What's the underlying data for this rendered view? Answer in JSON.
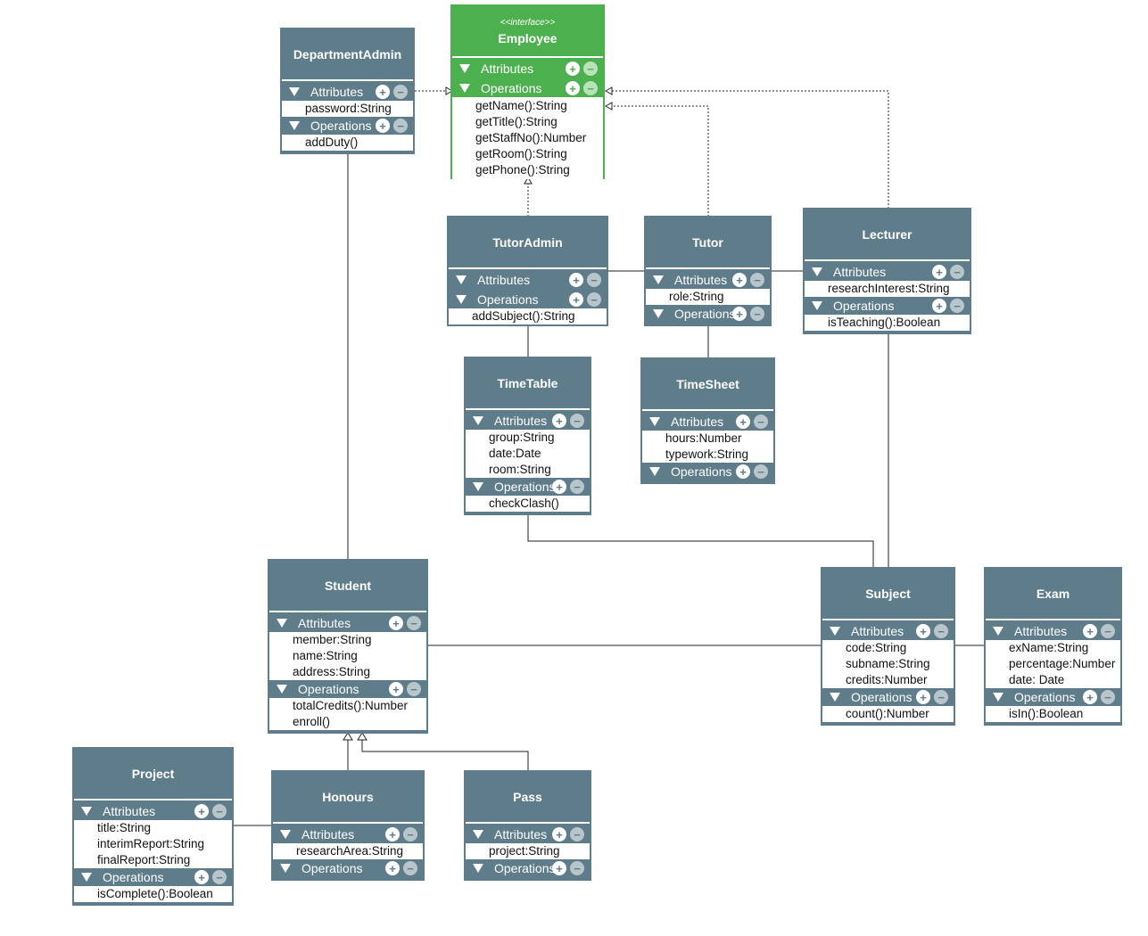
{
  "diagram": {
    "section_labels": {
      "attributes": "Attributes",
      "operations": "Operations"
    },
    "colors": {
      "class_header": "#5e7c89",
      "interface_header": "#4db04f",
      "body": "#ffffff",
      "line": "#222222"
    },
    "classes": {
      "employee": {
        "stereotype": "<<interface>>",
        "name": "Employee",
        "attributes": [],
        "operations": [
          "getName():String",
          "getTitle():String",
          "getStaffNo():Number",
          "getRoom():String",
          "getPhone():String"
        ]
      },
      "department_admin": {
        "name": "DepartmentAdmin",
        "attributes": [
          "password:String"
        ],
        "operations": [
          "addDuty()"
        ]
      },
      "tutor_admin": {
        "name": "TutorAdmin",
        "attributes": [],
        "operations": [
          "addSubject():String"
        ]
      },
      "tutor": {
        "name": "Tutor",
        "attributes": [
          "role:String"
        ],
        "operations": []
      },
      "lecturer": {
        "name": "Lecturer",
        "attributes": [
          "researchInterest:String"
        ],
        "operations": [
          "isTeaching():Boolean"
        ]
      },
      "timetable": {
        "name": "TimeTable",
        "attributes": [
          "group:String",
          "date:Date",
          "room:String"
        ],
        "operations": [
          "checkClash()"
        ]
      },
      "timesheet": {
        "name": "TimeSheet",
        "attributes": [
          "hours:Number",
          "typework:String"
        ],
        "operations": []
      },
      "student": {
        "name": "Student",
        "attributes": [
          "member:String",
          "name:String",
          "address:String"
        ],
        "operations": [
          "totalCredits():Number",
          "enroll()"
        ]
      },
      "subject": {
        "name": "Subject",
        "attributes": [
          "code:String",
          "subname:String",
          "credits:Number"
        ],
        "operations": [
          "count():Number"
        ]
      },
      "exam": {
        "name": "Exam",
        "attributes": [
          "exName:String",
          "percentage:Number",
          "date: Date"
        ],
        "operations": [
          "isIn():Boolean"
        ]
      },
      "project": {
        "name": "Project",
        "attributes": [
          "title:String",
          "interimReport:String",
          "finalReport:String"
        ],
        "operations": [
          "isComplete():Boolean"
        ]
      },
      "honours": {
        "name": "Honours",
        "attributes": [
          "researchArea:String"
        ],
        "operations": []
      },
      "pass": {
        "name": "Pass",
        "attributes": [
          "project:String"
        ],
        "operations": []
      }
    },
    "relationships": [
      {
        "type": "realization",
        "from": "DepartmentAdmin",
        "to": "Employee"
      },
      {
        "type": "realization",
        "from": "TutorAdmin",
        "to": "Employee"
      },
      {
        "type": "realization",
        "from": "Tutor",
        "to": "Employee"
      },
      {
        "type": "realization",
        "from": "Lecturer",
        "to": "Employee"
      },
      {
        "type": "association",
        "from": "TutorAdmin",
        "to": "Tutor"
      },
      {
        "type": "association",
        "from": "Tutor",
        "to": "Lecturer"
      },
      {
        "type": "association",
        "from": "TutorAdmin",
        "to": "TimeTable"
      },
      {
        "type": "association",
        "from": "Tutor",
        "to": "TimeSheet"
      },
      {
        "type": "association",
        "from": "Lecturer",
        "to": "Subject"
      },
      {
        "type": "association",
        "from": "TimeTable",
        "to": "Subject"
      },
      {
        "type": "association",
        "from": "DepartmentAdmin",
        "to": "Student"
      },
      {
        "type": "association",
        "from": "Student",
        "to": "Subject"
      },
      {
        "type": "association",
        "from": "Subject",
        "to": "Exam"
      },
      {
        "type": "association",
        "from": "Project",
        "to": "Honours"
      },
      {
        "type": "generalization",
        "from": "Honours",
        "to": "Student"
      },
      {
        "type": "generalization",
        "from": "Pass",
        "to": "Student"
      }
    ]
  }
}
